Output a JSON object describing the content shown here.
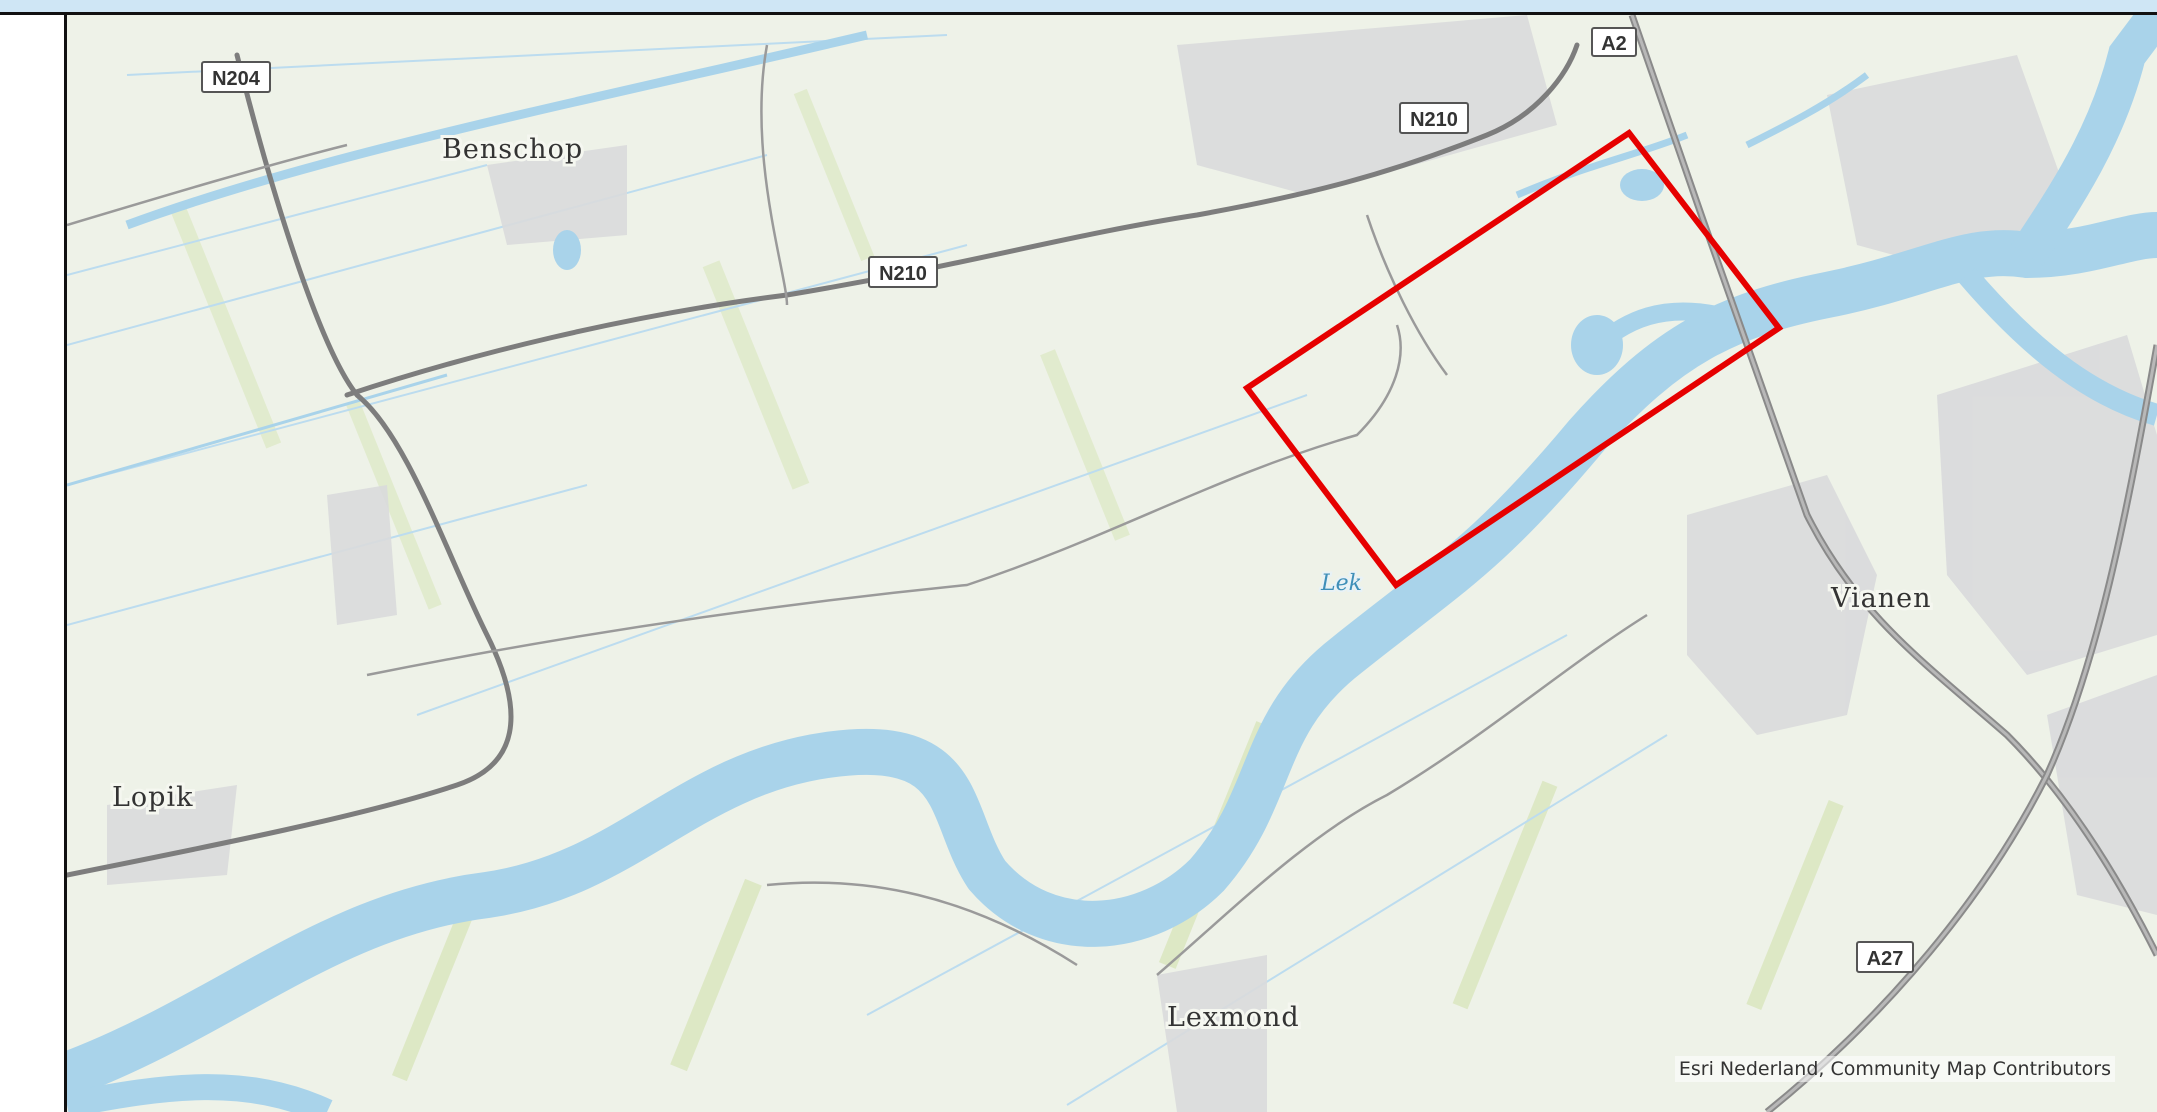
{
  "map": {
    "places": {
      "benschop": "Benschop",
      "lopik": "Lopik",
      "vianen": "Vianen",
      "lexmond": "Lexmond"
    },
    "water": {
      "lek": "Lek"
    },
    "roads": {
      "a2": "A2",
      "a27": "A27",
      "n204": "N204",
      "n210_north": "N210",
      "n210_center": "N210"
    },
    "attribution": "Esri Nederland, Community Map Contributors",
    "highlight_color": "#e60000",
    "water_color": "#a9d3ea",
    "land_color": "#eef2e8"
  }
}
